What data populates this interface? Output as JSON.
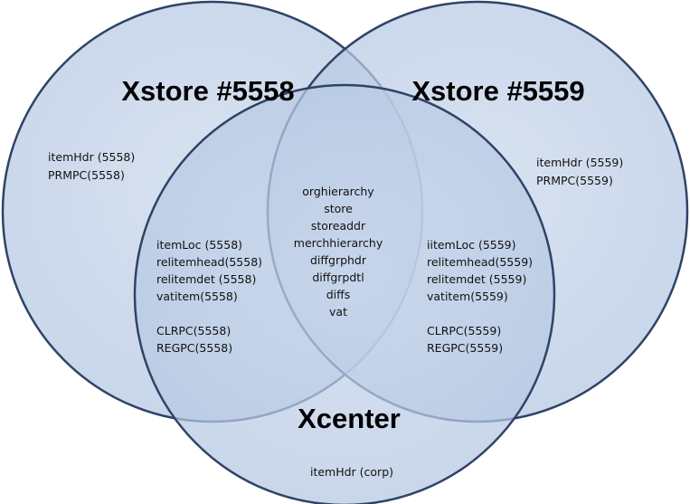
{
  "colors": {
    "fill": "#bccde6",
    "stroke": "#2f4366",
    "text": "#000000"
  },
  "sets": {
    "left": {
      "title": "Xstore #5558",
      "items": [
        "itemHdr (5558)",
        "PRMPC(5558)"
      ]
    },
    "right": {
      "title": "Xstore #5559",
      "items": [
        "itemHdr (5559)",
        "PRMPC(5559)"
      ]
    },
    "bottom": {
      "title": "Xcenter",
      "items": [
        "itemHdr (corp)"
      ]
    }
  },
  "intersections": {
    "left_bottom": {
      "items": [
        "itemLoc (5558)",
        "relitemhead(5558)",
        "relitemdet (5558)",
        "vatitem(5558)",
        "CLRPC(5558)",
        "REGPC(5558)"
      ]
    },
    "right_bottom": {
      "items": [
        "iitemLoc (5559)",
        "relitemhead(5559)",
        "relitemdet (5559)",
        "vatitem(5559)",
        "CLRPC(5559)",
        "REGPC(5559)"
      ]
    },
    "all": {
      "items": [
        "orghierarchy",
        "store",
        "storeaddr",
        "merchhierarchy",
        "diffgrphdr",
        "diffgrpdtl",
        "diffs",
        "vat"
      ]
    }
  }
}
